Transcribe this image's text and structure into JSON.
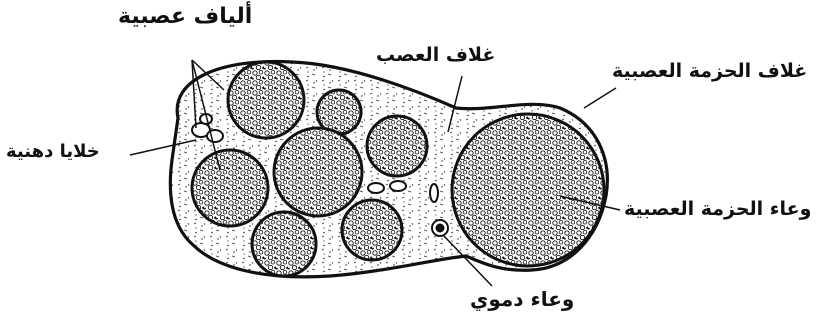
{
  "labels": {
    "nerve_fibers": "ألياف عصبية",
    "endoneurium_sheath": "غلاف العصب",
    "perineurium_sheath": "غلاف الحزمة العصبية",
    "fat_cells": "خلايا دهنية",
    "bundle_vessel": "وعاء الحزمة العصبية",
    "blood_vessel": "وعاء دموي"
  },
  "colors": {
    "ink": "#111111",
    "background": "#ffffff"
  }
}
